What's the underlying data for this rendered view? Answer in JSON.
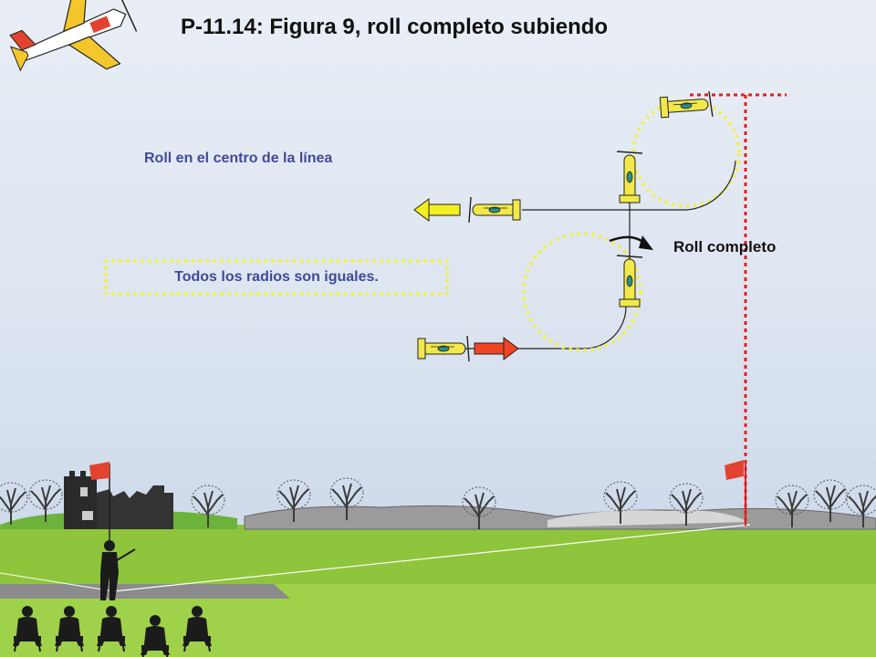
{
  "title": "P-11.14: Figura 9, roll completo subiendo",
  "notes": {
    "roll_center": "Roll en el centro de la línea",
    "equal_radii": "Todos los radios son iguales.",
    "full_roll": "Roll completo"
  },
  "colors": {
    "sky": "#dfe6f1",
    "grass_top": "#76b632",
    "grass_bottom": "#a8d84a",
    "path_dotted": "#f0f048",
    "entry_arrow": "#ee4422",
    "exit_arrow": "#f4f020",
    "plane_body": "#f2e84a",
    "reference_line": "#dd1f1f",
    "text_notes": "#3f4a9a"
  },
  "icons": [
    "aerobatic-plane-logo",
    "pilot-silhouette",
    "spectator-silhouette",
    "flag-icon",
    "tree-icon",
    "castle-ruin",
    "curved-roll-arrow"
  ]
}
